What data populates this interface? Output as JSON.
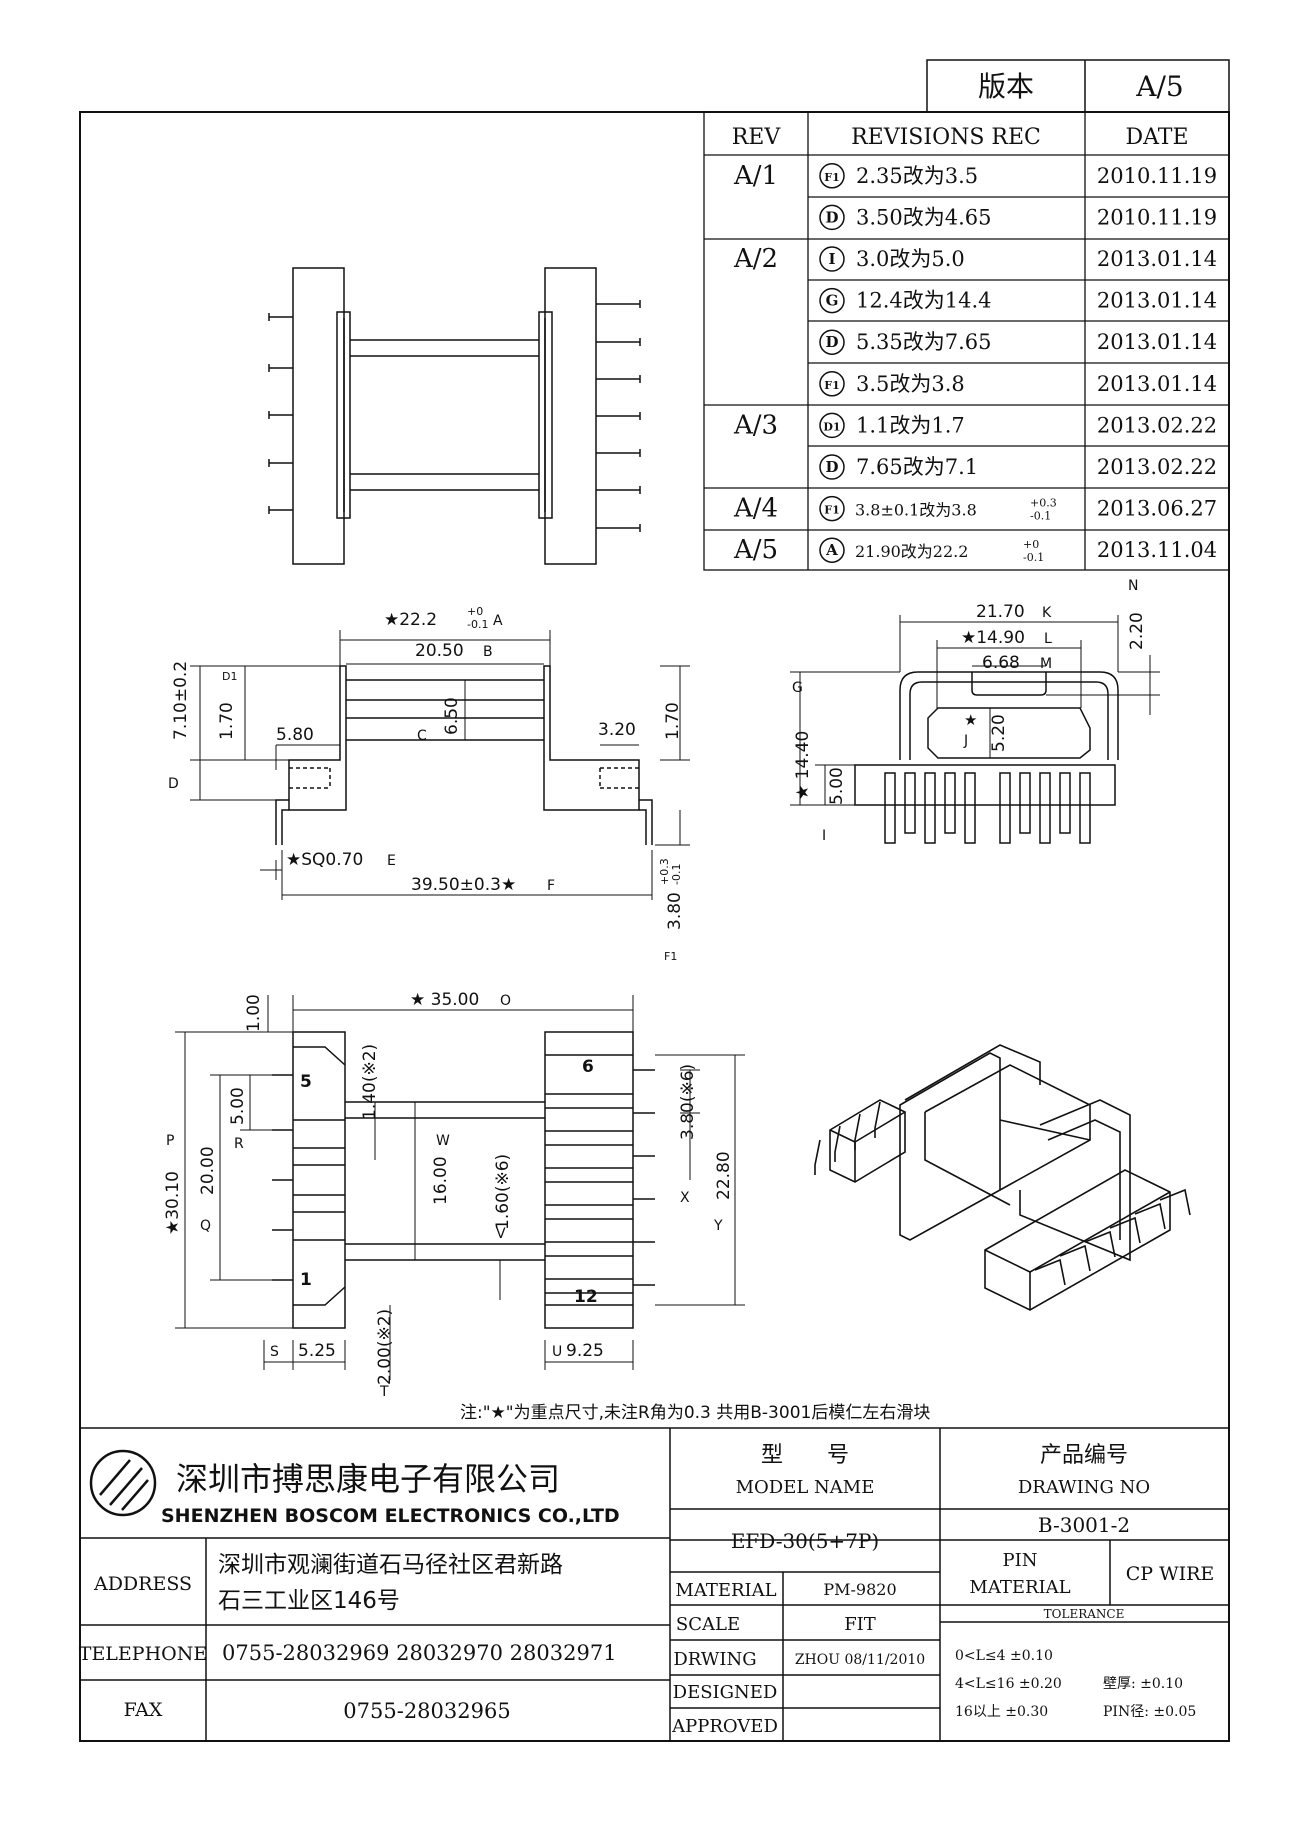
{
  "version_box": {
    "label": "版本",
    "value": "A/5"
  },
  "revisions": {
    "headers": {
      "rev": "REV",
      "rec": "REVISIONS REC",
      "date": "DATE"
    },
    "rows": [
      {
        "rev": "A/1",
        "mark": "F1",
        "text": "2.35改为3.5",
        "date": "2010.11.19"
      },
      {
        "rev": "",
        "mark": "D",
        "text": "3.50改为4.65",
        "date": "2010.11.19"
      },
      {
        "rev": "A/2",
        "mark": "I",
        "text": "3.0改为5.0",
        "date": "2013.01.14"
      },
      {
        "rev": "",
        "mark": "G",
        "text": "12.4改为14.4",
        "date": "2013.01.14"
      },
      {
        "rev": "",
        "mark": "D",
        "text": "5.35改为7.65",
        "date": "2013.01.14"
      },
      {
        "rev": "",
        "mark": "F1",
        "text": "3.5改为3.8",
        "date": "2013.01.14"
      },
      {
        "rev": "A/3",
        "mark": "D1",
        "text": "1.1改为1.7",
        "date": "2013.02.22"
      },
      {
        "rev": "",
        "mark": "D",
        "text": "7.65改为7.1",
        "date": "2013.02.22"
      },
      {
        "rev": "A/4",
        "mark": "F1",
        "text": "3.8±0.1改为3.8",
        "tol_up": "+0.3",
        "tol_down": "-0.1",
        "date": "2013.06.27"
      },
      {
        "rev": "A/5",
        "mark": "A",
        "text": "21.90改为22.2",
        "tol_up": "+0",
        "tol_down": "-0.1",
        "date": "2013.11.04"
      }
    ]
  },
  "dims": {
    "d22_2": "★22.2",
    "d22_2_up": "+0",
    "d22_2_dn": "-0.1",
    "mA": "A",
    "d20_50": "20.50",
    "mB": "B",
    "d7_10": "7.10±0.2",
    "d1_70a": "1.70",
    "mD1": "D1",
    "d5_80": "5.80",
    "mC": "C",
    "d6_50": "6.50",
    "d3_20": "3.20",
    "d1_70b": "1.70",
    "mD": "D",
    "dsq": "★SQ0.70",
    "mE": "E",
    "d39_50": "39.50±0.3★",
    "mF": "F",
    "d3_80": "3.80",
    "d3_80_up": "+0.3",
    "d3_80_dn": "-0.1",
    "mF1": "F1",
    "d21_70": "21.70",
    "mK": "K",
    "d14_90": "★14.90",
    "mL": "L",
    "d6_68": "6.68",
    "mM": "M",
    "d2_20": "2.20",
    "mN": "N",
    "mG": "G",
    "d14_40": "★ 14.40",
    "star": "★",
    "d5_20": "5.20",
    "mJ": "J",
    "d5_00a": "5.00",
    "mI": "I",
    "d35_00": "★ 35.00",
    "mO": "O",
    "d1_00": "1.00",
    "d1_40": "1.40(※2)",
    "mP": "P",
    "d30_10": "★30.10",
    "mQ": "Q",
    "d20_00": "20.00",
    "mR": "R",
    "d5_00b": "5.00",
    "mW": "W",
    "d16_00": "16.00",
    "d1_60": "1.60(※6)",
    "mV": "V",
    "d3_80b": "3.80(※6)",
    "mX": "X",
    "mY": "Y",
    "d22_80": "22.80",
    "mS": "S",
    "d5_25": "5.25",
    "mT": "T",
    "d2_00": "2.00(※2)",
    "mU": "U",
    "d9_25": "9.25",
    "pin5": "5",
    "pin1": "1",
    "pin6": "6",
    "pin12": "12"
  },
  "note": "注:\"★\"为重点尺寸,未注R角为0.3 共用B-3001后模仁左右滑块",
  "title_block": {
    "company_cn": "深圳市搏思康电子有限公司",
    "company_en": "SHENZHEN BOSCOM ELECTRONICS CO.,LTD",
    "model_cn": "型　　号",
    "model_en": "MODEL NAME",
    "drawing_cn": "产品编号",
    "drawing_en": "DRAWING NO",
    "model_value": "EFD-30(5+7P)",
    "drawing_value": "B-3001-2",
    "address_label": "ADDRESS",
    "address_line1": "深圳市观澜街道石马径社区君新路",
    "address_line2": "石三工业区146号",
    "telephone_label": "TELEPHONE",
    "telephone_value": "0755-28032969 28032970 28032971",
    "fax_label": "FAX",
    "fax_value": "0755-28032965",
    "material_label": "MATERIAL",
    "material_value": "PM-9820",
    "scale_label": "SCALE",
    "scale_value": "FIT",
    "drwing_label": "DRWING",
    "drwing_value": "ZHOU 08/11/2010",
    "designed_label": "DESIGNED",
    "approved_label": "APPROVED",
    "pin_label1": "PIN",
    "pin_label2": "MATERIAL",
    "pin_value": "CP WIRE",
    "tolerance_label": "TOLERANCE",
    "tol1": "0<L≤4 ±0.10",
    "tol2": "4<L≤16 ±0.20",
    "tol3": "16以上 ±0.30",
    "wall": "壁厚: ±0.10",
    "pin_dia": "PIN径: ±0.05"
  }
}
